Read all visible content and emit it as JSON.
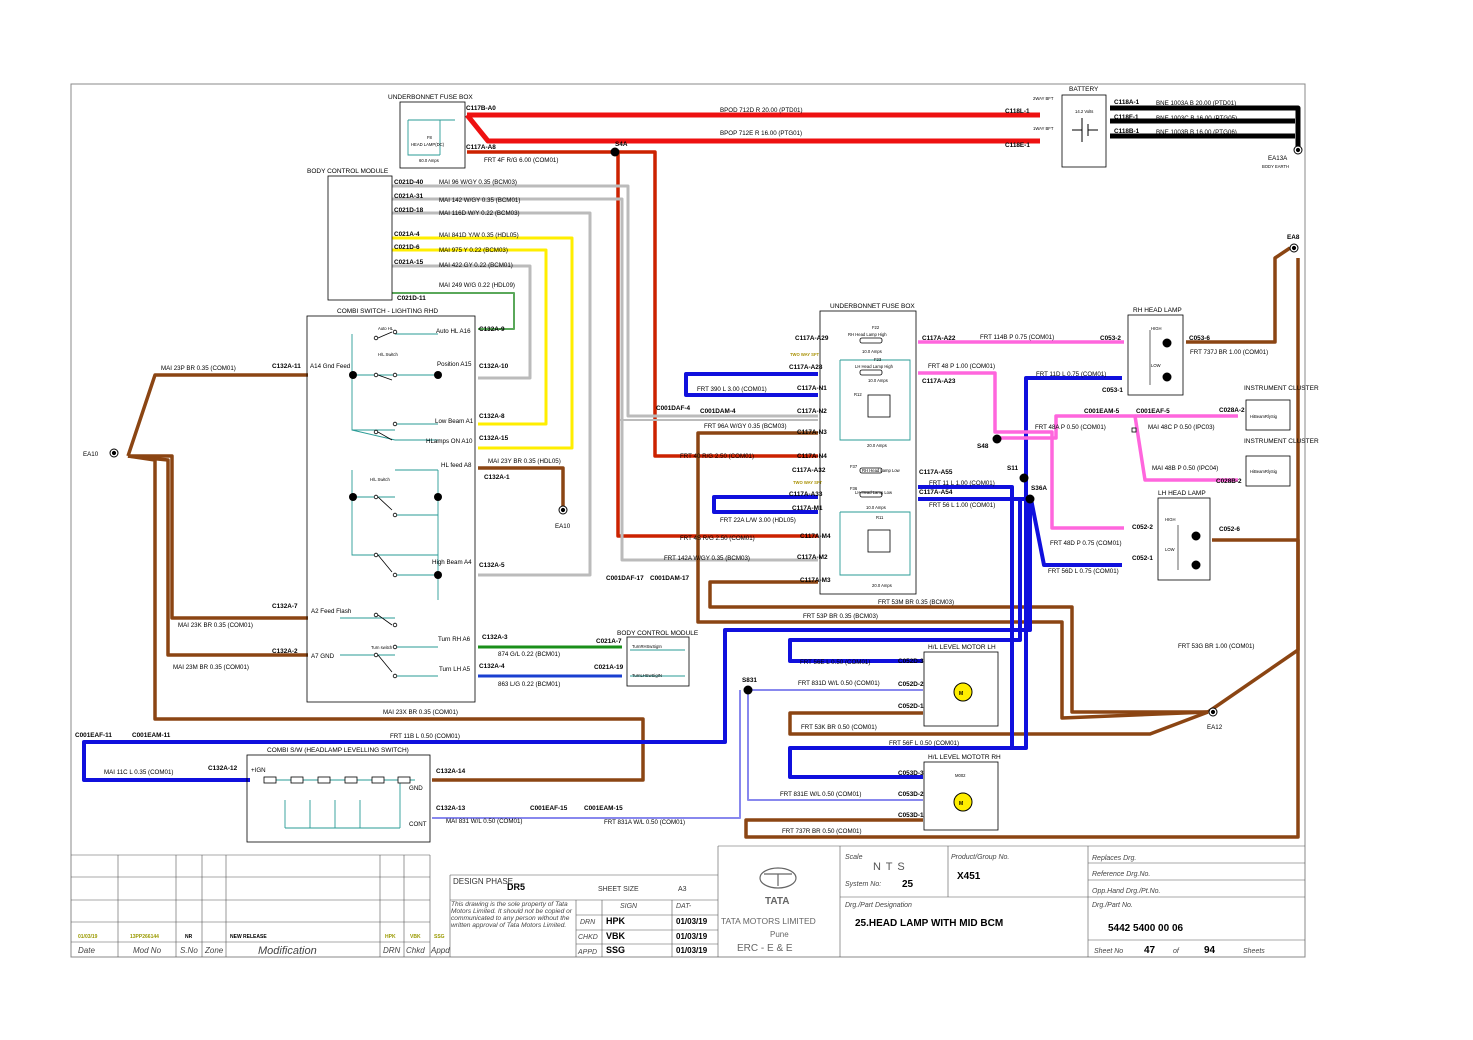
{
  "blocks": {
    "fuse_box_top": "UNDERBONNET FUSE BOX",
    "fuse_box_main": "UNDERBONNET FUSE BOX",
    "bcm_top": "BODY CONTROL MODULE",
    "bcm_small": "BODY CONTROL MODULE",
    "combi_switch": "COMBI SWITCH - LIGHTING RHD",
    "combi_levelling": "COMBI S/W (HEADLAMP LEVELLING SWITCH)",
    "battery": "BATTERY",
    "battery_volts": "14.2 Volts",
    "rh_head_lamp": "RH HEAD LAMP",
    "lh_head_lamp": "LH HEAD LAMP",
    "instrument_cluster_1": "INSTRUMENT CLUSTER",
    "instrument_cluster_2": "INSTRUMENT CLUSTER",
    "hl_motor_lh": "H/L LEVEL MOTOR LH",
    "hl_motor_rh": "H/L LEVEL MOTOTR RH",
    "body_earth": "BODY EARTH",
    "two_way_1": "2WAY BFT",
    "two_way_2": "1WAY BFT",
    "two_way_sft_1": "TWO WAY SFT",
    "two_way_sft_2": "TWO WAY SFT"
  },
  "connectors": {
    "c117b_a0": "C117B-A0",
    "c117a_a8": "C117A-A8",
    "s4a": "S4A",
    "c118l_1": "C118L-1",
    "c118e_1": "C118E-1",
    "c118a_1": "C118A-1",
    "c118f_1": "C118F-1",
    "c118b_1": "C118B-1",
    "ea13a": "EA13A",
    "ea8": "EA8",
    "ea10_left": "EA10",
    "ea10_mid": "EA10",
    "ea12": "EA12",
    "c021d_40": "C021D-40",
    "c021a_31": "C021A-31",
    "c021d_18": "C021D-18",
    "c021a_4": "C021A-4",
    "c021d_6": "C021D-6",
    "c021a_15": "C021A-15",
    "c021d_11": "C021D-11",
    "c132a_9": "C132A-9",
    "c132a_10": "C132A-10",
    "c132a_8": "C132A-8",
    "c132a_15": "C132A-15",
    "c132a_1": "C132A-1",
    "c132a_5": "C132A-5",
    "c132a_7": "C132A-7",
    "c132a_2": "C132A-2",
    "c132a_3": "C132A-3",
    "c132a_4": "C132A-4",
    "c132a_11": "C132A-11",
    "c132a_12": "C132A-12",
    "c132a_14": "C132A-14",
    "c132a_13": "C132A-13",
    "c021a_7": "C021A-7",
    "c021a_19": "C021A-19",
    "c117a_a29": "C117A-A29",
    "c117a_a28": "C117A-A28",
    "c117a_n1": "C117A-N1",
    "c117a_n2": "C117A-N2",
    "c117a_n3": "C117A-N3",
    "c117a_n4": "C117A-N4",
    "c117a_a32": "C117A-A32",
    "c117a_a33": "C117A-A33",
    "c117a_m1": "C117A-M1",
    "c117a_m4": "C117A-M4",
    "c117a_m2": "C117A-M2",
    "c117a_m3": "C117A-M3",
    "c117a_a22": "C117A-A22",
    "c117a_a23": "C117A-A23",
    "c117a_a55": "C117A-A55",
    "c117a_a54": "C117A-A54",
    "c001daf_4": "C001DAF-4",
    "c001dam_4": "C001DAM-4",
    "c001daf_17": "C001DAF-17",
    "c001dam_17": "C001DAM-17",
    "c001eaf_11": "C001EAF-11",
    "c001eam_11": "C001EAM-11",
    "c001eaf_15": "C001EAF-15",
    "c001eam_15": "C001EAM-15",
    "c001eam_5": "C001EAM-5",
    "c001eaf_5": "C001EAF-5",
    "c053_2": "C053-2",
    "c053_1": "C053-1",
    "c053_6": "C053-6",
    "c052_2": "C052-2",
    "c052_1": "C052-1",
    "c052_6": "C052-6",
    "c028a_2": "C028A-2",
    "c028b_2": "C028B-2",
    "c052d_3": "C052D-3",
    "c052d_2": "C052D-2",
    "c052d_1": "C052D-1",
    "c053d_3": "C053D-3",
    "c053d_2": "C053D-2",
    "c053d_1": "C053D-1",
    "s48": "S48",
    "s11": "S11",
    "s36a": "S36A",
    "s831": "S831"
  },
  "wires": {
    "bpod": "BPOD  712D  R  20.00  (PTD01)",
    "bpop": "BPOP  712E  R  16.00  (PTG01)",
    "frt4f": "FRT  4F  R/G  6.00  (COM01)",
    "bne_a": "BNE  1003A  B  20.00  (PTD01)",
    "bne_c": "BNE  1003C  B  16.00  (PTG05)",
    "bne_b": "BNE  1003B  B  16.00  (PTG06)",
    "mai96": "MAI  96  W/GY  0.35  (BCM03)",
    "mai142": "MAI  142  W/GY  0.35  (BCM01)",
    "mai116d": "MAI  116D  W/Y  0.22  (BCM03)",
    "mai841d": "MAI  841D  Y/W  0.35  (HDL05)",
    "mai975": "MAI  975  Y  0.22  (BCM03)",
    "mai422": "MAI  422  GY  0.22  (BCM01)",
    "mai249": "MAI  249  W/G  0.22  (HDL09)",
    "mai23p": "MAI  23P  BR  0.35  (COM01)",
    "mai23y": "MAI  23Y  BR  0.35  (HDL05)",
    "mai23k": "MAI  23K  BR  0.35  (COM01)",
    "mai23m": "MAI  23M  BR  0.35  (COM01)",
    "mai23x": "MAI  23X  BR  0.35  (COM01)",
    "w874": "874  G/L  0.22  (BCM01)",
    "w863": "863  L/G  0.22  (BCM01)",
    "frt390": "FRT  390  L  3.00  (COM01)",
    "frt96a": "FRT  96A  W/GY  0.35  (BCM03)",
    "frt40": "FRT  40  R/G  2.50  (COM01)",
    "frt22a": "FRT  22A  L/W  3.00  (HDL05)",
    "frt4s": "FRT  4S  R/G  2.50  (COM01)",
    "frt142a": "FRT  142A  W/GY  0.35  (BCM03)",
    "frt53m": "FRT  53M  BR  0.35  (BCM03)",
    "frt53p": "FRT  53P  BR  0.35  (BCM03)",
    "frt114b": "FRT  114B  P  0.75  (COM01)",
    "frt48": "FRT  48  P  1.00  (COM01)",
    "frt11d": "FRT  11D  L  0.75  (COM01)",
    "frt737j": "FRT  737J  BR  1.00  (COM01)",
    "frt48a": "FRT  48A  P  0.50  (COM01)",
    "mai48c": "MAI  48C  P  0.50  (IPC03)",
    "mai48b": "MAI  48B  P  0.50  (IPC04)",
    "frt11": "FRT  11  L  1.00  (COM01)",
    "frt56": "FRT  56  L  1.00  (COM01)",
    "frt48d": "FRT  48D  P  0.75  (COM01)",
    "frt56d": "FRT  56D  L  0.75  (COM01)",
    "frt53g": "FRT  53G  BR  1.00  (COM01)",
    "frt56e": "FRT  56E  L  0.50  (COM01)",
    "frt831d": "FRT  831D  W/L  0.50  (COM01)",
    "frt53k": "FRT  53K  BR  0.50  (COM01)",
    "frt56f": "FRT  56F  L  0.50  (COM01)",
    "frt11b": "FRT  11B  L  0.50  (COM01)",
    "mai11c": "MAI  11C  L  0.35  (COM01)",
    "frt831e": "FRT  831E  W/L  0.50  (COM01)",
    "frt737r": "FRT  737R  BR  0.50  (COM01)",
    "mai831": "MAI  831  W/L  0.50  (COM01)",
    "frt831a": "FRT  831A  W/L  0.50  (COM01)"
  },
  "internal": {
    "f8": "F8",
    "f8_name": "HEAD LAMP(DC)",
    "f8_amps": "60.0 Amps",
    "f22": "F22",
    "f22_name": "RH Head Lamp High",
    "f22_amps": "10.0 Amps",
    "f23": "F23",
    "f23_name": "LH Head Lamp High",
    "f23_amps": "10.0 Amps",
    "r12": "R12",
    "r12_amps": "20.0 Amps",
    "f37": "F37",
    "f37_name": "RH Head Lamp Low",
    "f36": "F36",
    "f36_name": "LH Head Lamp Low",
    "f36_amps": "10.0 Amps",
    "r11": "R11",
    "r11_amps": "20.0 Amps",
    "auto_hl_sw": "Auto HL",
    "auto_hl": "Auto HL A16",
    "hl_switch": "H/L Switch",
    "position": "Position A15",
    "a14": "A14 Gnd Feed",
    "low_beam": "Low Beam A1",
    "hlamps_on": "HLamps ON A10",
    "hl_feed": "HL feed A8",
    "hl_switch2": "H/L Switch",
    "high_beam": "High Beam A4",
    "a2_flash": "A2 Feed Flash",
    "turn_rh": "Turn RH A6",
    "a7_gnd": "A7 GND",
    "turn_switch": "Turn switch",
    "turn_lh": "Turn LH A5",
    "turn_rh_sig": "TurnRHSwSigIn",
    "turn_lh_sig": "TurnLHSwSigIN",
    "hibeam_1": "HiBeamRlySig",
    "hibeam_2": "HiBeamRlySig",
    "high_rh": "HIGH",
    "low_rh": "LOW",
    "high_lh": "HIGH",
    "low_lh": "LOW",
    "ign": "+IGN",
    "gnd": "GND",
    "cont": "CONT",
    "m_glyph": "M",
    "m002": "M002"
  },
  "title_block": {
    "design_phase_label": "DESIGN PHASE",
    "design_phase": "DR5",
    "sheet_size_label": "SHEET SIZE",
    "sheet_size": "A3",
    "sign": "SIGN",
    "dat": "DAT-",
    "drn_label": "DRN",
    "drn_sign": "HPK",
    "drn_date": "01/03/19",
    "chkd_label": "CHKD",
    "chkd_sign": "VBK",
    "chkd_date": "01/03/19",
    "appd_label": "APPD",
    "appd_sign": "SSG",
    "appd_date": "01/03/19",
    "notice": "This drawing is the sole property of Tata Motors Limited. It should not be copied or communicated to any person without the written approval of Tata Motors Limited.",
    "company_brand": "TATA",
    "company": "TATA MOTORS LIMITED",
    "city": "Pune",
    "dept": "ERC - E & E",
    "scale_label": "Scale",
    "scale": "N T S",
    "system_no_label": "System No:",
    "system_no": "25",
    "product_label": "Product/Group No.",
    "product": "X451",
    "part_desig_label": "Drg./Part Designation",
    "part_desig": "25.HEAD LAMP WITH MID BCM",
    "replaces": "Replaces Drg.",
    "reference": "Reference Drg.No.",
    "opp_hand": "Opp.Hand Drg./Pt.No.",
    "part_no_label": "Drg./Part No.",
    "part_no": "5442 5400 00 06",
    "sheet_no_label": "Sheet No",
    "sheet_no": "47",
    "of": "of",
    "total_sheets": "94",
    "sheets_label": "Sheets",
    "rev_date": "01/03/19",
    "rev_mod": "13PP266144",
    "rev_sno": "NR",
    "rev_desc": "NEW RELEASE",
    "rev_drn": "HPK",
    "rev_chkd": "VBK",
    "rev_appd": "SSG",
    "hdr_date": "Date",
    "hdr_mod": "Mod No",
    "hdr_sno": "S.No",
    "hdr_zone": "Zone",
    "hdr_modification": "Modification",
    "hdr_drn": "DRN",
    "hdr_chkd": "Chkd",
    "hdr_appd": "Appd"
  },
  "colors": {
    "red": "#ee1111",
    "darkred": "#cc2200",
    "black": "#000000",
    "brown": "#8b4513",
    "blue": "#1010dd",
    "pink": "#ff66dd",
    "yellow": "#ffee00",
    "gray": "#bbbbbb",
    "green": "#1a8f1a",
    "teal": "#2a9b96",
    "lightblue": "#8888ee"
  }
}
